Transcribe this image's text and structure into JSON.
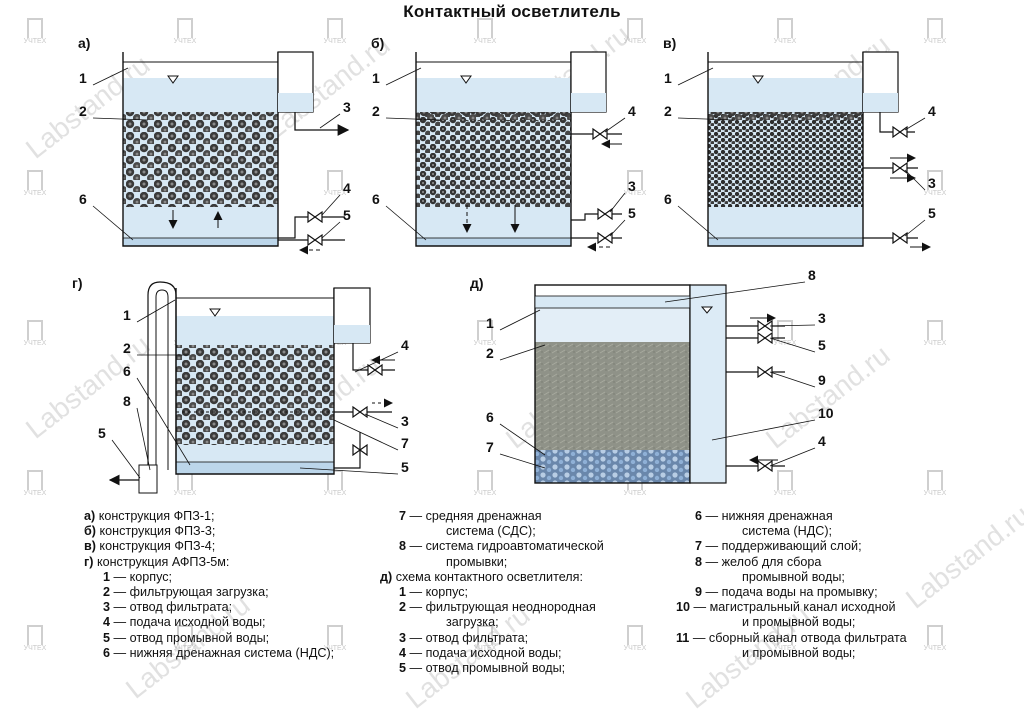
{
  "title": "Контактный осветлитель",
  "panels": {
    "a": "а)",
    "b": "б)",
    "v": "в)",
    "g": "г)",
    "d": "д)"
  },
  "callouts": {
    "a": [
      "1",
      "2",
      "3",
      "4",
      "5",
      "6"
    ],
    "b": [
      "1",
      "2",
      "3",
      "4",
      "5",
      "6"
    ],
    "v": [
      "1",
      "2",
      "3",
      "4",
      "5",
      "6"
    ],
    "g": [
      "1",
      "2",
      "3",
      "4",
      "5",
      "6",
      "7",
      "8"
    ],
    "d": [
      "1",
      "2",
      "3",
      "4",
      "5",
      "6",
      "7",
      "8",
      "9",
      "10"
    ]
  },
  "legend": {
    "col1": [
      {
        "key": "а)",
        "text": " конструкция ФПЗ-1;"
      },
      {
        "key": "б)",
        "text": " конструкция ФПЗ-3;"
      },
      {
        "key": "в)",
        "text": " конструкция ФПЗ-4;"
      },
      {
        "key": "г)",
        "text": " конструкция АФПЗ-5м:"
      },
      {
        "key": "1",
        "text": " — корпус;"
      },
      {
        "key": "2",
        "text": " — фильтрующая загрузка;"
      },
      {
        "key": "3",
        "text": " — отвод фильтрата;"
      },
      {
        "key": "4",
        "text": " — подача исходной воды;"
      },
      {
        "key": "5",
        "text": " — отвод промывной воды;"
      },
      {
        "key": "6",
        "text": " — нижняя дренажная система (НДС);"
      }
    ],
    "col2": [
      {
        "key": "7",
        "text": " — средняя дренажная"
      },
      {
        "key": "",
        "text": "система (СДС);"
      },
      {
        "key": "8",
        "text": " — система гидроавтоматической"
      },
      {
        "key": "",
        "text": "промывки;"
      },
      {
        "key": "д)",
        "text": " схема контактного осветлителя:"
      },
      {
        "key": "1",
        "text": " — корпус;"
      },
      {
        "key": "2",
        "text": " — фильтрующая неоднородная"
      },
      {
        "key": "",
        "text": "загрузка;"
      },
      {
        "key": "3",
        "text": " — отвод фильтрата;"
      },
      {
        "key": "4",
        "text": " — подача исходной воды;"
      },
      {
        "key": "5",
        "text": " — отвод промывной воды;"
      }
    ],
    "col3": [
      {
        "key": "6",
        "text": " — нижняя дренажная"
      },
      {
        "key": "",
        "text": "система (НДС);"
      },
      {
        "key": "7",
        "text": " — поддерживающий слой;"
      },
      {
        "key": "8",
        "text": " — желоб для сбора"
      },
      {
        "key": "",
        "text": "промывной воды;"
      },
      {
        "key": "9",
        "text": " — подача воды на промывку;"
      },
      {
        "key": "10",
        "text": " — магистральный канал исходной"
      },
      {
        "key": "",
        "text": "и промывной воды;"
      },
      {
        "key": "11",
        "text": " — сборный канал отвода фильтрата"
      },
      {
        "key": "",
        "text": "и промывной воды;"
      }
    ]
  },
  "watermark": {
    "text": "Labstand.ru",
    "logo": "УЧТЕХ"
  },
  "colors": {
    "water": "#d7e8f4",
    "gravel": "#3a3a3a",
    "sand": "#8e9186",
    "support": "#6f8fb6"
  }
}
